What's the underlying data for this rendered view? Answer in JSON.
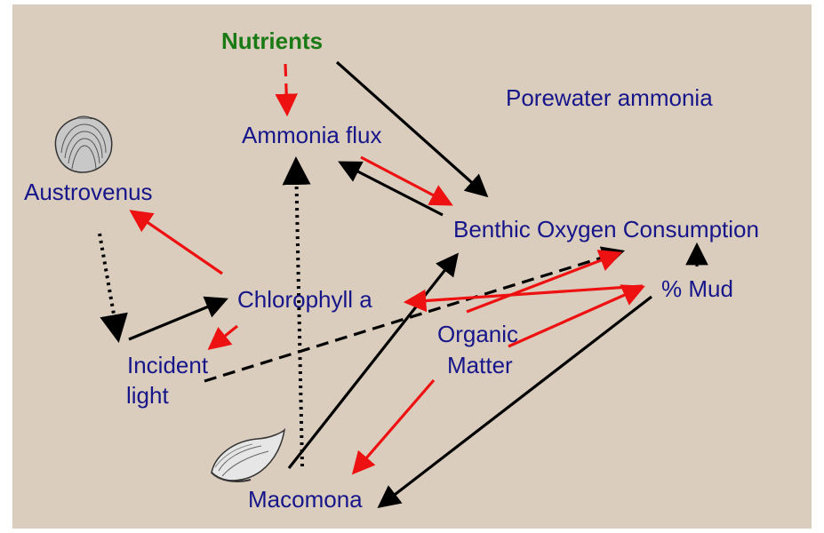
{
  "diagram": {
    "background": "#dbcdbd",
    "text_color": "#16168a",
    "title_color": "#1a7a16",
    "nodes": {
      "nutrients": "Nutrients",
      "porewater_ammonia": "Porewater ammonia",
      "ammonia_flux": "Ammonia flux",
      "austrovenus": "Austrovenus",
      "benthic_oxygen": "Benthic Oxygen Consumption",
      "chlorophyll": "Chlorophyll a",
      "mud": "% Mud",
      "organic": "Organic",
      "matter": "Matter",
      "incident": "Incident",
      "light": "light",
      "macomona": "Macomona"
    },
    "edge_colors": {
      "positive": "#000000",
      "negative": "#ee1111"
    },
    "edges": [
      {
        "from": "nutrients",
        "to": "ammonia_flux",
        "sign": "negative",
        "style": "dashed"
      },
      {
        "from": "nutrients",
        "to": "benthic_oxygen",
        "sign": "positive",
        "style": "solid"
      },
      {
        "from": "ammonia_flux",
        "to": "benthic_oxygen",
        "sign": "negative",
        "style": "solid"
      },
      {
        "from": "benthic_oxygen",
        "to": "ammonia_flux",
        "sign": "positive",
        "style": "solid"
      },
      {
        "from": "chlorophyll",
        "to": "austrovenus",
        "sign": "negative",
        "style": "solid"
      },
      {
        "from": "austrovenus",
        "to": "incident",
        "sign": "positive",
        "style": "dotted"
      },
      {
        "from": "incident",
        "to": "chlorophyll",
        "sign": "positive",
        "style": "solid"
      },
      {
        "from": "chlorophyll",
        "to": "incident",
        "sign": "negative",
        "style": "solid"
      },
      {
        "from": "macomona",
        "to": "ammonia_flux",
        "sign": "positive",
        "style": "dotted"
      },
      {
        "from": "macomona",
        "to": "benthic_oxygen",
        "sign": "positive",
        "style": "solid"
      },
      {
        "from": "incident",
        "to": "benthic_oxygen",
        "sign": "positive",
        "style": "dashed"
      },
      {
        "from": "organic",
        "to": "benthic_oxygen",
        "sign": "negative",
        "style": "solid"
      },
      {
        "from": "mud",
        "to": "chlorophyll",
        "sign": "negative",
        "style": "solid"
      },
      {
        "from": "organic",
        "to": "mud",
        "sign": "negative",
        "style": "solid"
      },
      {
        "from": "mud",
        "to": "benthic_oxygen",
        "sign": "positive",
        "style": "solid"
      },
      {
        "from": "mud",
        "to": "macomona",
        "sign": "positive",
        "style": "solid"
      },
      {
        "from": "organic",
        "to": "macomona",
        "sign": "negative",
        "style": "solid"
      }
    ]
  }
}
